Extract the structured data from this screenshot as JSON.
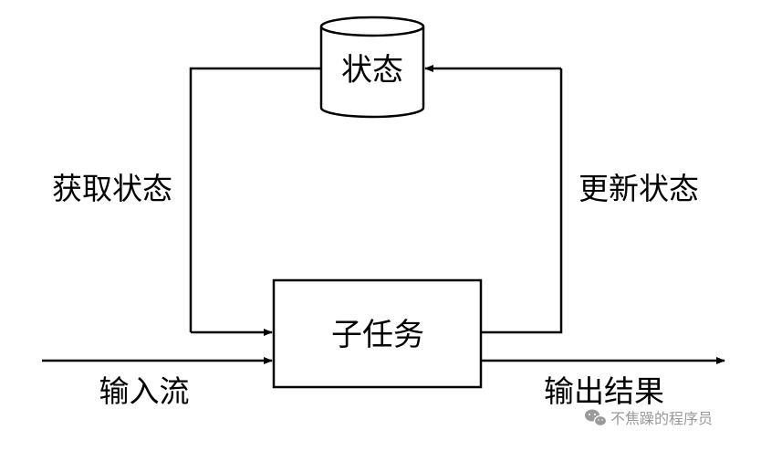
{
  "diagram": {
    "state_store": {
      "label": "状态"
    },
    "subtask": {
      "label": "子任务"
    },
    "edge_labels": {
      "get_state": "获取状态",
      "update_state": "更新状态",
      "input_stream": "输入流",
      "output_result": "输出结果"
    }
  },
  "watermark": {
    "text": "不焦躁的程序员",
    "icon": "wechat-icon"
  },
  "colors": {
    "line": "#000000",
    "background": "#ffffff",
    "watermark": "#9a9a9a"
  }
}
